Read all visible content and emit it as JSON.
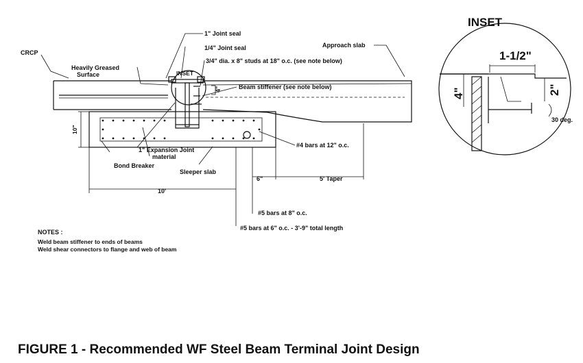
{
  "labels": {
    "crcp": "CRCP",
    "greased_1": "Heavily Greased",
    "greased_2": "Surface",
    "inset_small": "INSET",
    "joint_seal_1": "1\" Joint seal",
    "joint_seal_quarter": "1/4\" Joint seal",
    "studs": "3/4\" dia. x 8\" studs at 18\" o.c.  (see note below)",
    "approach_slab": "Approach slab",
    "beam_stiffener": "Beam stiffener  (see note below)",
    "dim_4in_main": "4\"",
    "dim_10in": "10\"",
    "expansion_1": "1\" Expansion Joint",
    "expansion_2": "material",
    "bond_breaker": "Bond Breaker",
    "sleeper_slab": "Sleeper slab",
    "bars_4": "#4 bars at 12\" o.c.",
    "dim_6in": "6\"",
    "taper": "5' Taper",
    "dim_10ft": "10'",
    "bars_5_8": "#5 bars at 8\" o.c.",
    "bars_5_6": "#5 bars at 6\" o.c. - 3'-9\" total length"
  },
  "notes": {
    "title": "NOTES :",
    "line1": "Weld beam stiffener to ends of beams",
    "line2": "Weld shear connectors to flange and web of beam"
  },
  "inset": {
    "title": "INSET",
    "dim_top": "1-1/2\"",
    "dim_right": "2\"",
    "dim_left": "4\"",
    "angle": "30 deg."
  },
  "caption": "FIGURE 1 - Recommended WF Steel Beam Terminal Joint Design"
}
